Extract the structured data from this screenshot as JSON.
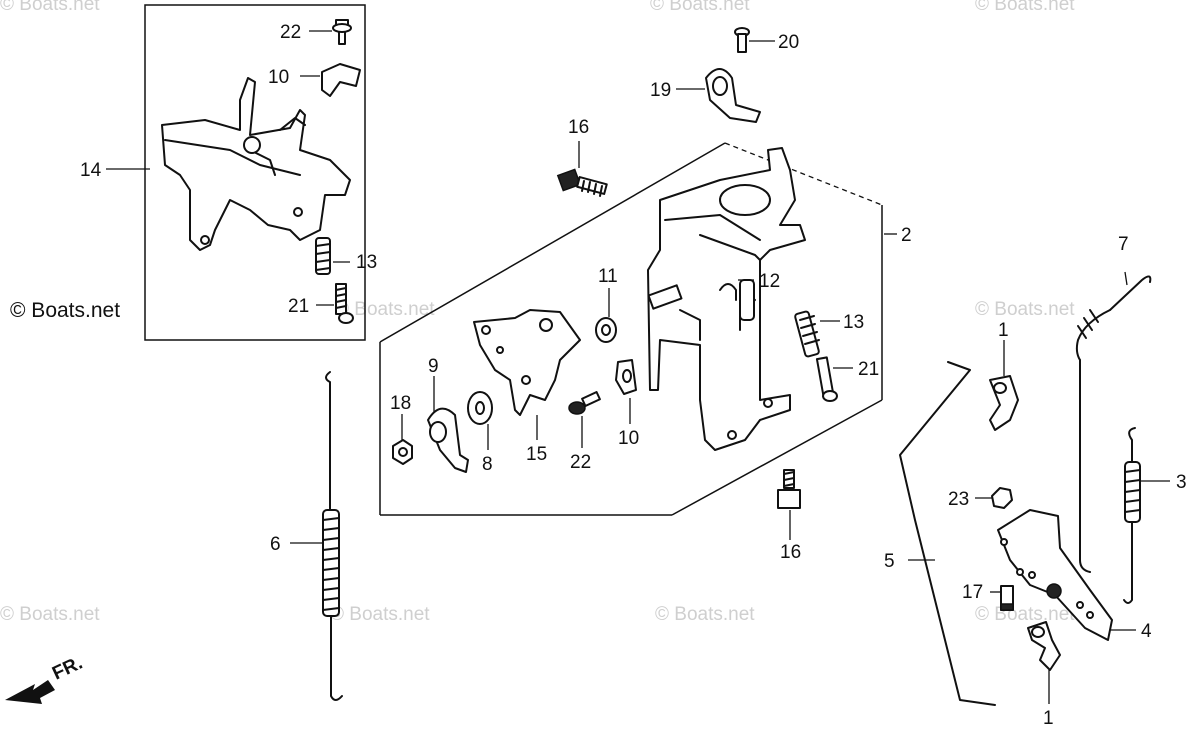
{
  "watermark": "© Boats.net",
  "direction_label": "FR.",
  "callouts": {
    "c1a": "1",
    "c1b": "1",
    "c2": "2",
    "c3": "3",
    "c4": "4",
    "c5": "5",
    "c6": "6",
    "c7": "7",
    "c8": "8",
    "c9": "9",
    "c10a": "10",
    "c10b": "10",
    "c11": "11",
    "c12": "12",
    "c13a": "13",
    "c13b": "13",
    "c14": "14",
    "c15": "15",
    "c16a": "16",
    "c16b": "16",
    "c17": "17",
    "c18": "18",
    "c19": "19",
    "c20": "20",
    "c21a": "21",
    "c21b": "21",
    "c22a": "22",
    "c22b": "22",
    "c23": "23"
  }
}
